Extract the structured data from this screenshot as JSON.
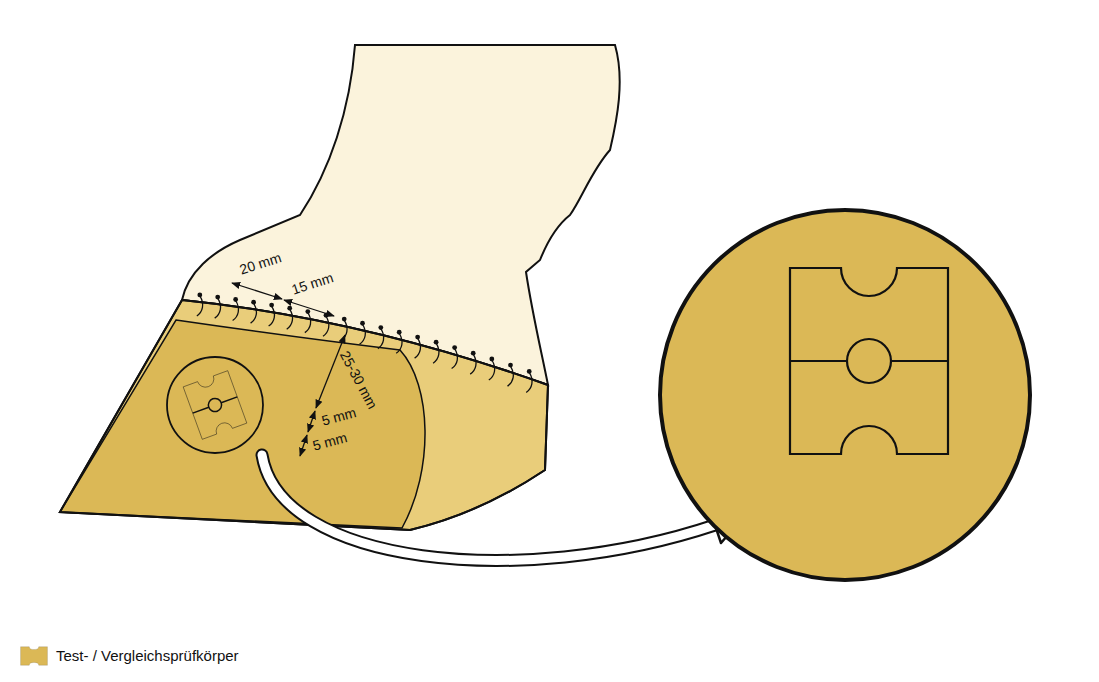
{
  "diagram": {
    "labels": [
      "20 mm",
      "15 mm",
      "25-30 mm",
      "5 mm",
      "5 mm"
    ],
    "legend": [
      {
        "text": "Test- / Vergleichsprüfkörper"
      }
    ]
  }
}
